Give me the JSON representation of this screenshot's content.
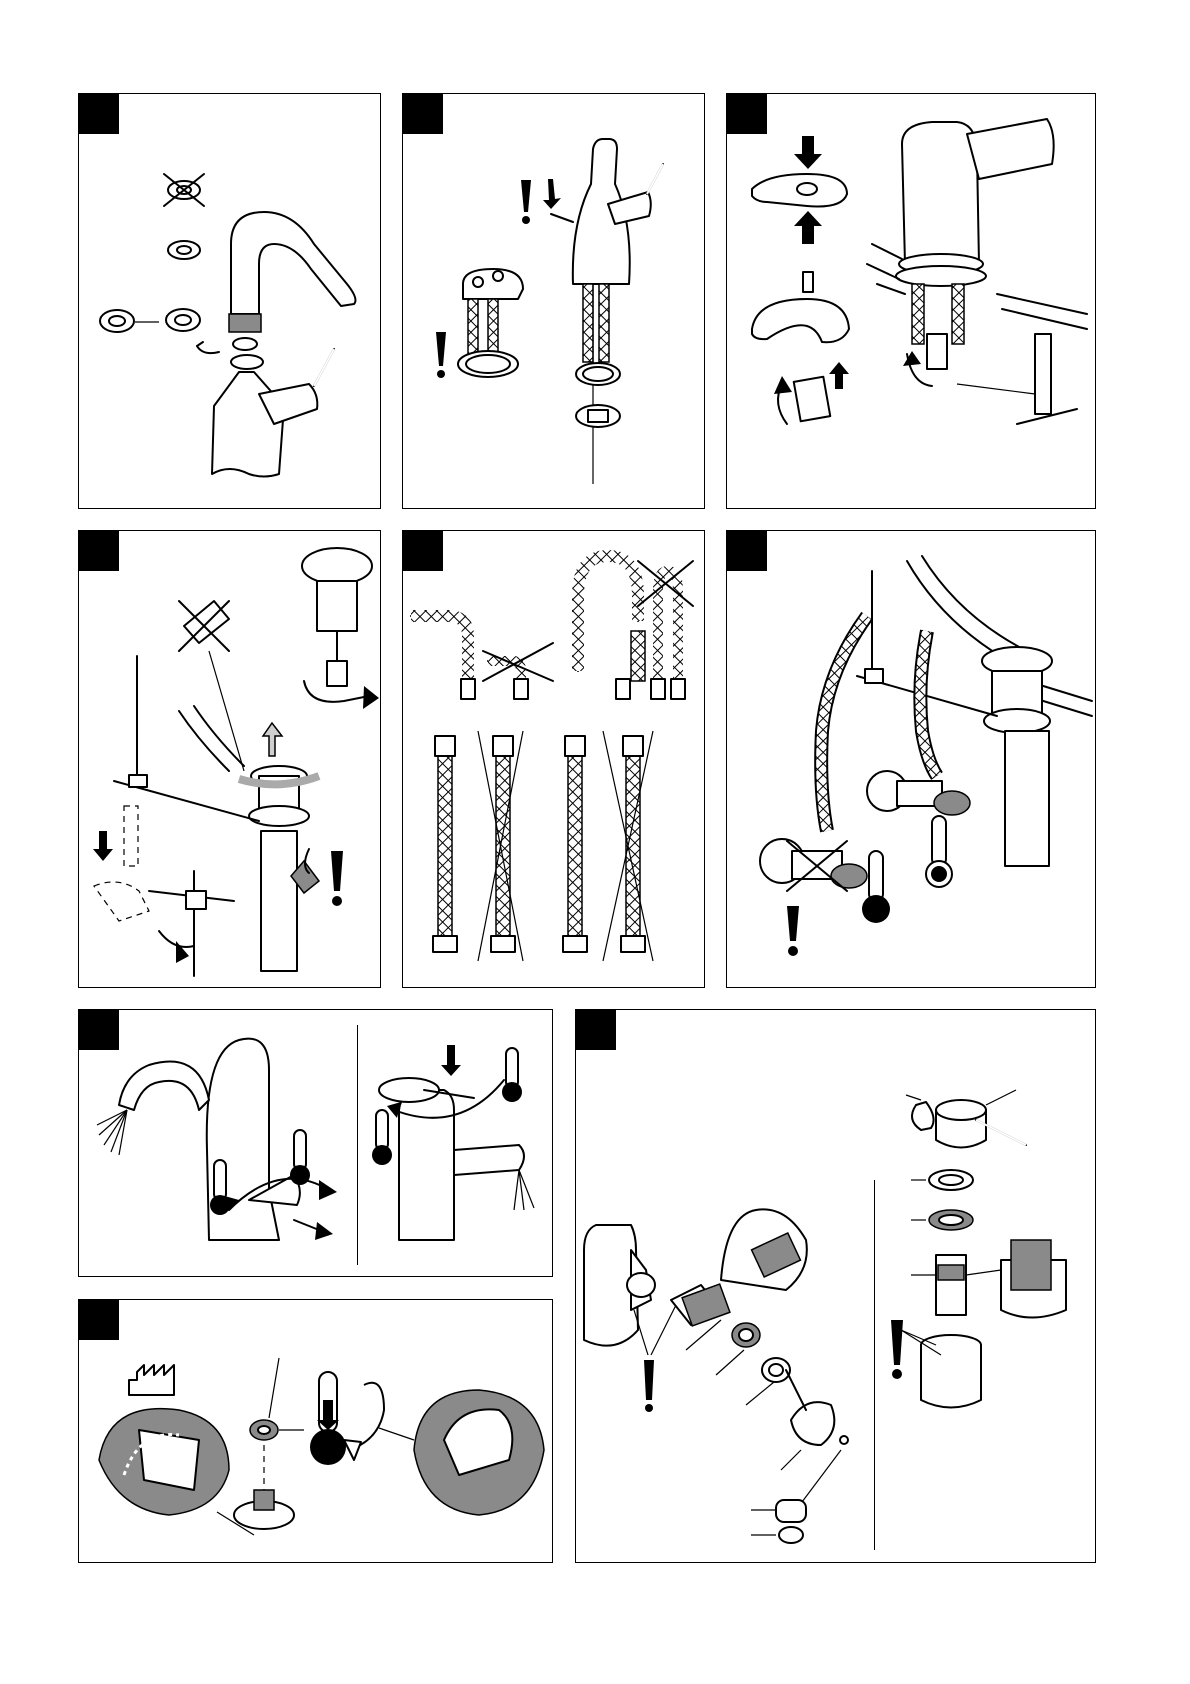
{
  "panels": [
    {
      "id": "p1",
      "step_marker": "black-square"
    },
    {
      "id": "p2",
      "step_marker": "black-square"
    },
    {
      "id": "p3",
      "step_marker": "black-square"
    },
    {
      "id": "p4",
      "step_marker": "black-square"
    },
    {
      "id": "p5",
      "step_marker": "black-square"
    },
    {
      "id": "p6",
      "step_marker": "black-square"
    },
    {
      "id": "p7",
      "step_marker": "black-square"
    },
    {
      "id": "p8",
      "step_marker": "black-square"
    },
    {
      "id": "p9",
      "step_marker": "black-square"
    }
  ],
  "icons": [
    "exclamation-icon",
    "thermometer-icon",
    "arrow-icon",
    "crossed-out-icon",
    "factory-icon"
  ],
  "colors": {
    "line": "#000000",
    "fill": "#ffffff",
    "shade": "#8a8a8a"
  }
}
